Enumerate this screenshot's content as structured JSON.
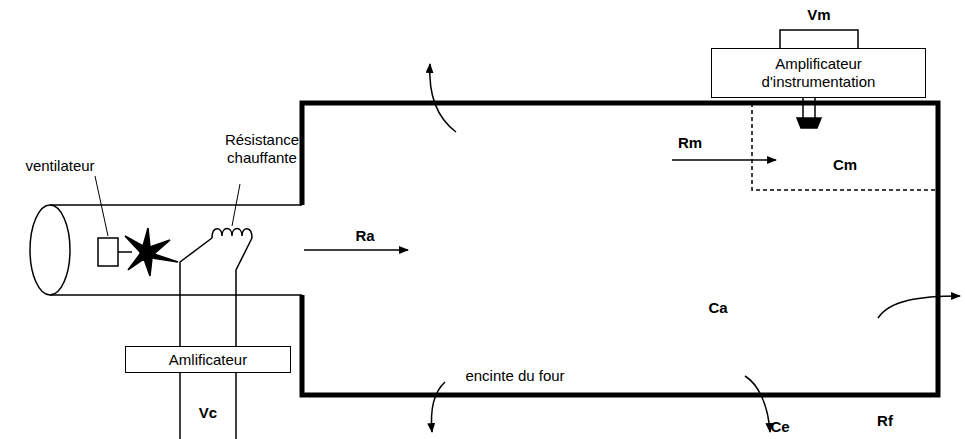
{
  "diagram": {
    "nodes": [
      {
        "text": [
          "Amplificateur d'instrumentation"
        ]
      },
      {
        "text": [
          "Amlificateur"
        ]
      }
    ],
    "labels": [
      "Vm",
      "ventilateur",
      "Résistance chauffante",
      "Ra",
      "Rm",
      "Cm",
      "Ca",
      "encinte du four",
      "Vc",
      "Rf",
      "Ce"
    ]
  }
}
